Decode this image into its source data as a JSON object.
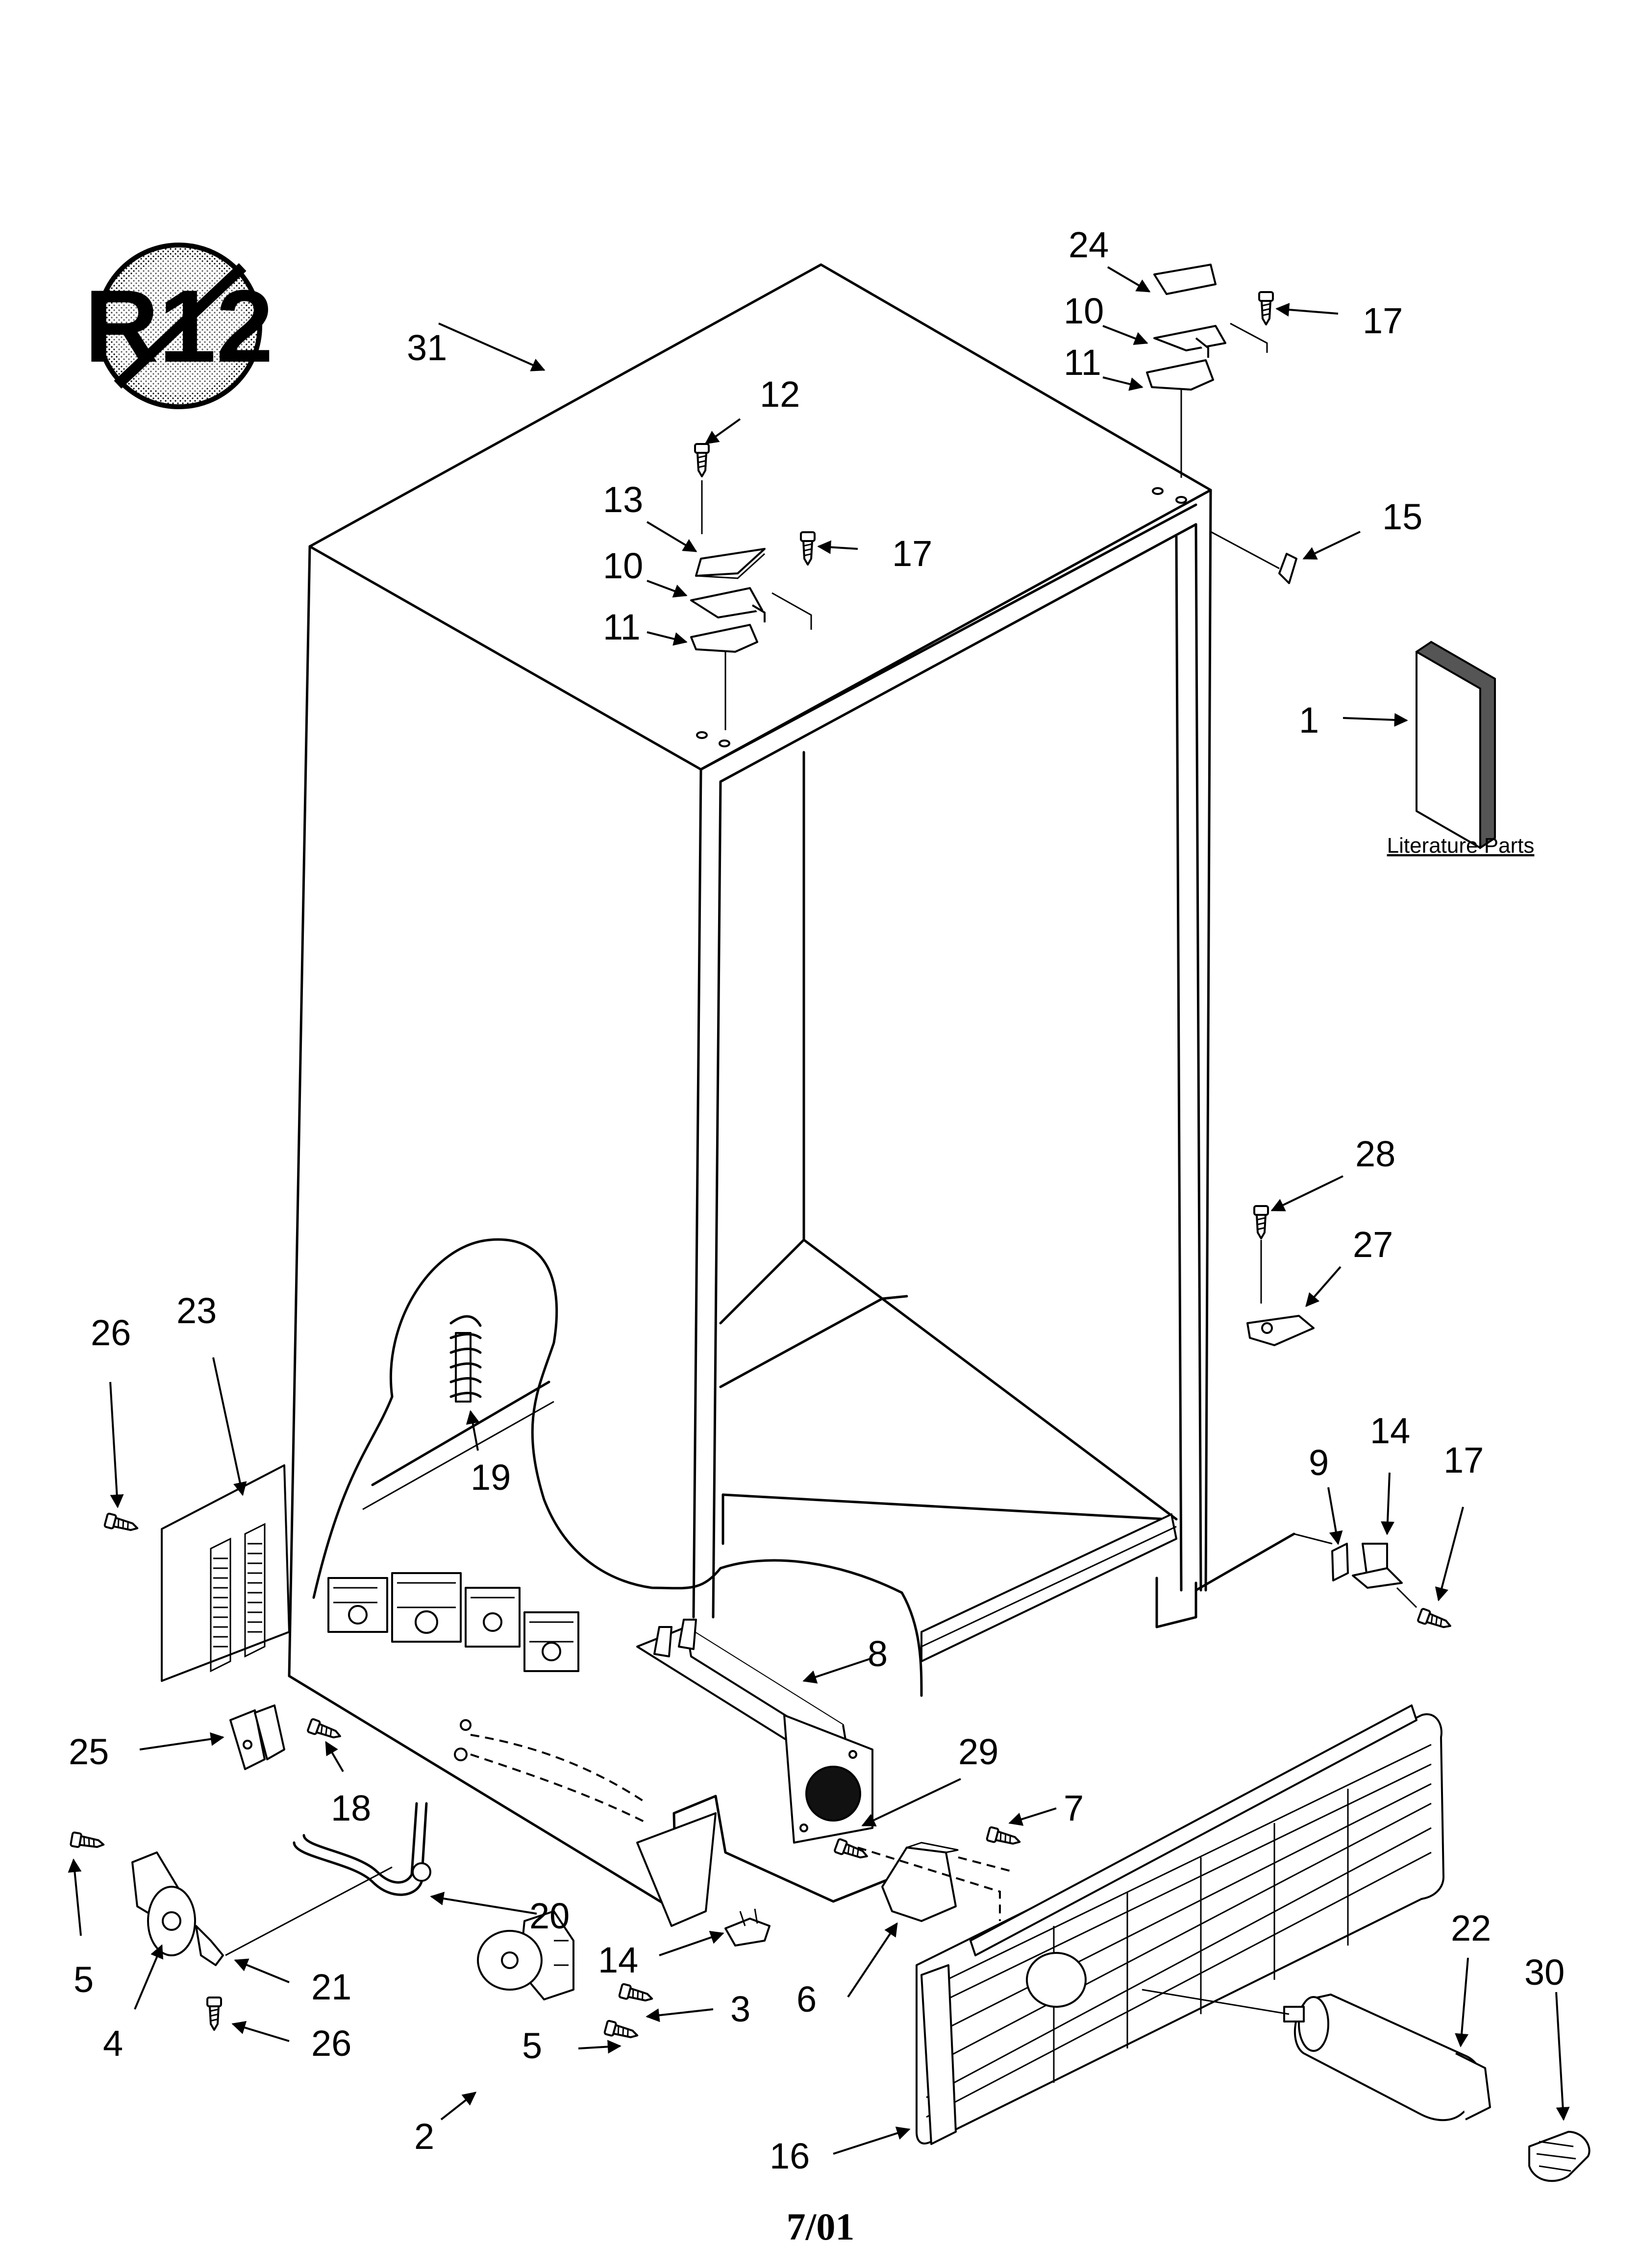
{
  "diagram": {
    "no_r12_symbol_text": "R12",
    "literature_label": "Literature Parts",
    "page_date": "7/01",
    "callouts": {
      "c1": "1",
      "c2": "2",
      "c3": "3",
      "c4": "4",
      "c5a": "5",
      "c5b": "5",
      "c6": "6",
      "c7": "7",
      "c8": "8",
      "c9": "9",
      "c10a": "10",
      "c10b": "10",
      "c11a": "11",
      "c11b": "11",
      "c12": "12",
      "c13": "13",
      "c14a": "14",
      "c14b": "14",
      "c15": "15",
      "c16": "16",
      "c17a": "17",
      "c17b": "17",
      "c17c": "17",
      "c18": "18",
      "c19": "19",
      "c20": "20",
      "c21": "21",
      "c22": "22",
      "c23": "23",
      "c24": "24",
      "c25": "25",
      "c26a": "26",
      "c26b": "26",
      "c27": "27",
      "c28": "28",
      "c29": "29",
      "c30": "30",
      "c31": "31"
    }
  }
}
